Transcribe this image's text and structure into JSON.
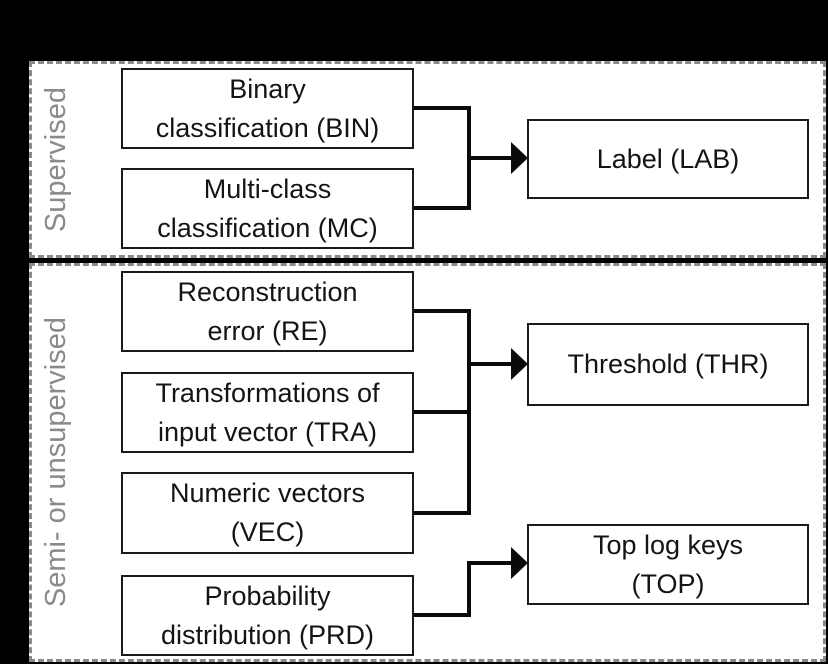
{
  "colors": {
    "background": "#000000",
    "panel": "#ffffff",
    "frame-dash": "#8a8a8a",
    "node-border": "#1a1a1a",
    "node-text": "#141414",
    "connector": "#0a0a0a"
  },
  "sections": [
    {
      "label": "Supervised",
      "inputs": [
        {
          "code": "BIN",
          "label": "Binary\nclassification (BIN)"
        },
        {
          "code": "MC",
          "label": "Multi-class\nclassification (MC)"
        }
      ],
      "outputs": [
        {
          "code": "LAB",
          "label": "Label (LAB)"
        }
      ]
    },
    {
      "label": "Semi- or unsupervised",
      "inputs": [
        {
          "code": "RE",
          "label": "Reconstruction\nerror (RE)"
        },
        {
          "code": "TRA",
          "label": "Transformations of\ninput vector (TRA)"
        },
        {
          "code": "VEC",
          "label": "Numeric vectors\n(VEC)"
        },
        {
          "code": "PRD",
          "label": "Probability\ndistribution (PRD)"
        }
      ],
      "outputs": [
        {
          "code": "THR",
          "label": "Threshold (THR)"
        },
        {
          "code": "TOP",
          "label": "Top log keys\n(TOP)"
        }
      ]
    }
  ]
}
